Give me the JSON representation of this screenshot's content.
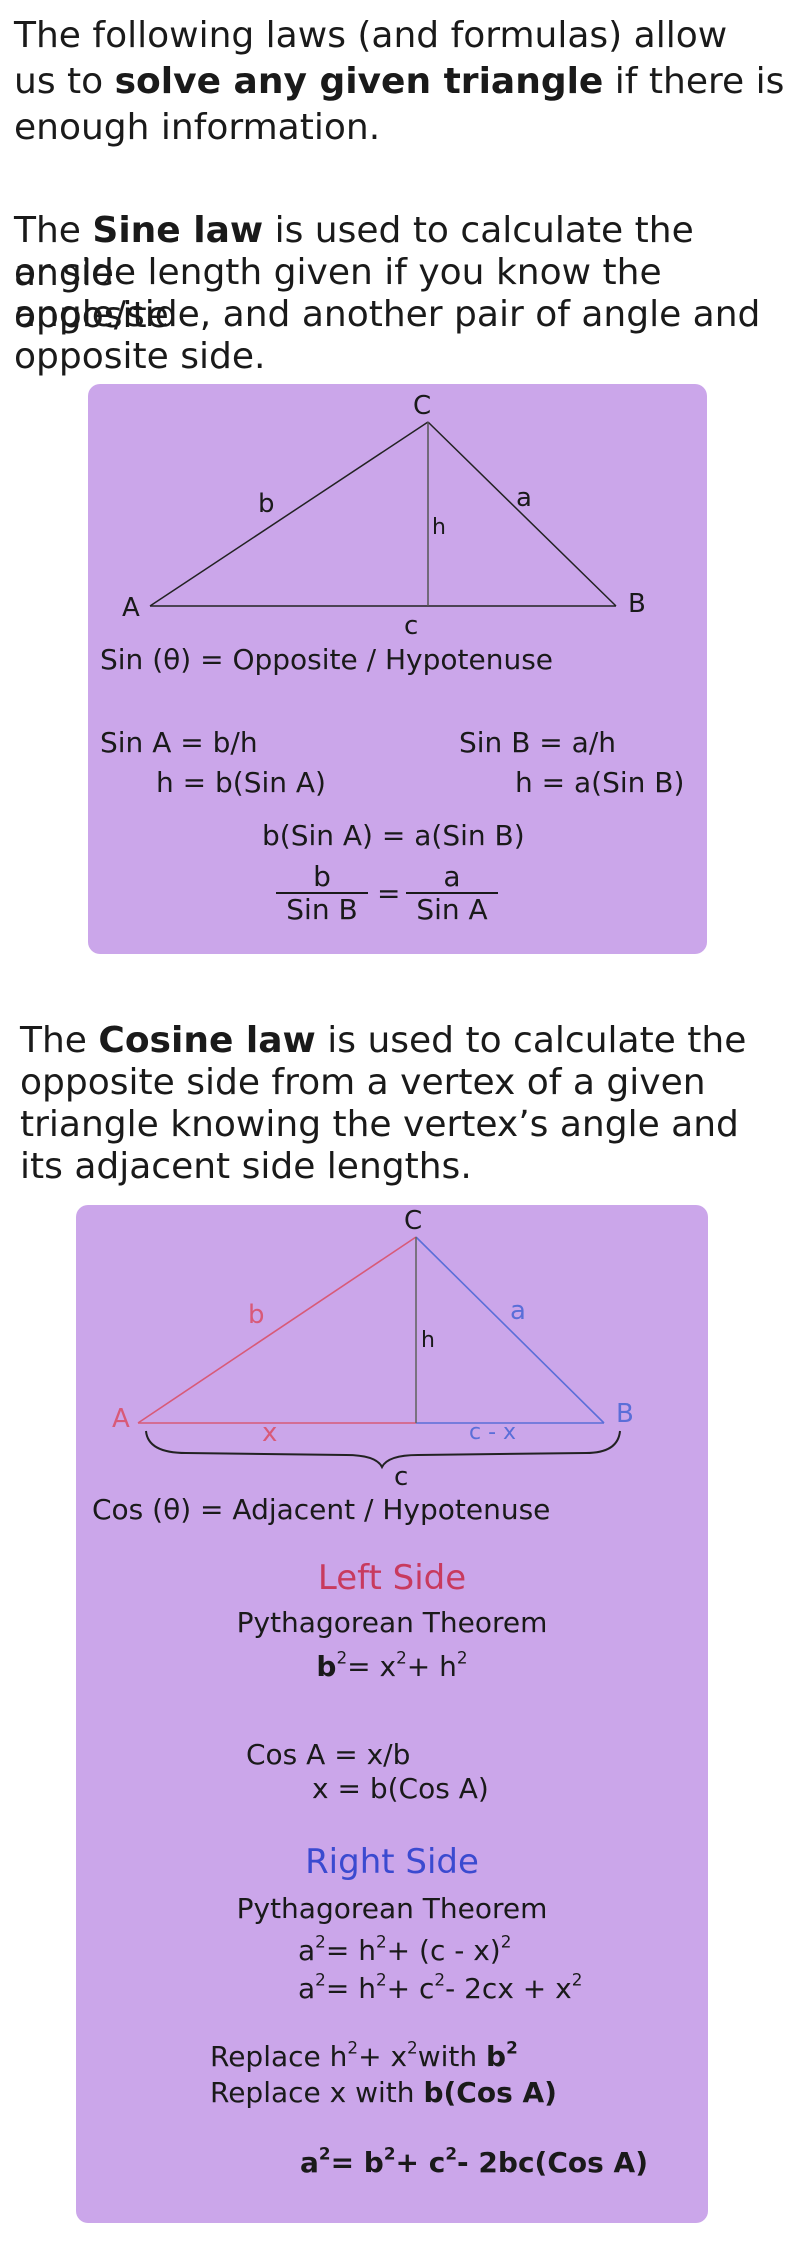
{
  "intro": {
    "p1": "The following laws (and formulas) allow",
    "p2a": "us to ",
    "p2b": "solve any given triangle",
    "p2c": " if there is",
    "p3": "enough information."
  },
  "sine": {
    "l1a": "The ",
    "l1b": "Sine law",
    "l1c": " is used to calculate the angle",
    "l2": "or side length given if you know the opposite",
    "l3": "angle/side, and another pair of angle and",
    "l4": "opposite side.",
    "diagram": {
      "A": "A",
      "B": "B",
      "C": "C",
      "a": "a",
      "b": "b",
      "c": "c",
      "h": "h"
    },
    "formula_def": "Sin (θ) = Opposite / Hypotenuse",
    "left1": "Sin A = b/h",
    "left2": "h = b(Sin A)",
    "right1": "Sin B = a/h",
    "right2": "h = a(Sin B)",
    "equate": "b(Sin A) =  a(Sin B)",
    "frac_left_num": "b",
    "frac_left_den": "Sin B",
    "equals": "=",
    "frac_right_num": "a",
    "frac_right_den": "Sin A"
  },
  "cosine": {
    "l1a": "The ",
    "l1b": "Cosine law",
    "l1c": " is used to calculate the",
    "l2": "opposite side from a vertex of a given",
    "l3": "triangle knowing the vertex’s angle and",
    "l4": "its adjacent side lengths.",
    "diagram": {
      "A": "A",
      "B": "B",
      "C": "C",
      "a": "a",
      "b": "b",
      "c": "c",
      "h": "h",
      "x": "x",
      "cx": "c - x"
    },
    "formula_def": "Cos (θ) = Adjacent / Hypotenuse",
    "left_title": "Left Side",
    "pyth1": "Pythagorean Theorem",
    "left_eq": {
      "b": "b",
      "eq": "= x",
      "plus": "+ h"
    },
    "cosA1": "Cos A = x/b",
    "cosA2": "x = b(Cos A)",
    "right_title": "Right Side",
    "pyth2": "Pythagorean Theorem",
    "r1": {
      "a": "a",
      "eq": "= h",
      "rest": "+ (c - x)"
    },
    "r2": {
      "a": "a",
      "eq": "= h",
      "plus_c": "+ c",
      "rest": "- 2cx + x"
    },
    "rep1": {
      "pre": "Replace h",
      "mid": "+ x",
      "with": "with ",
      "bold": "b"
    },
    "rep2": {
      "pre": "Replace x with ",
      "bold": "b(Cos A)"
    },
    "final": {
      "a": "a",
      "eq": "= b",
      "plus_c": "+ c",
      "rest": "- 2bc(Cos A)"
    },
    "sq": "2"
  }
}
